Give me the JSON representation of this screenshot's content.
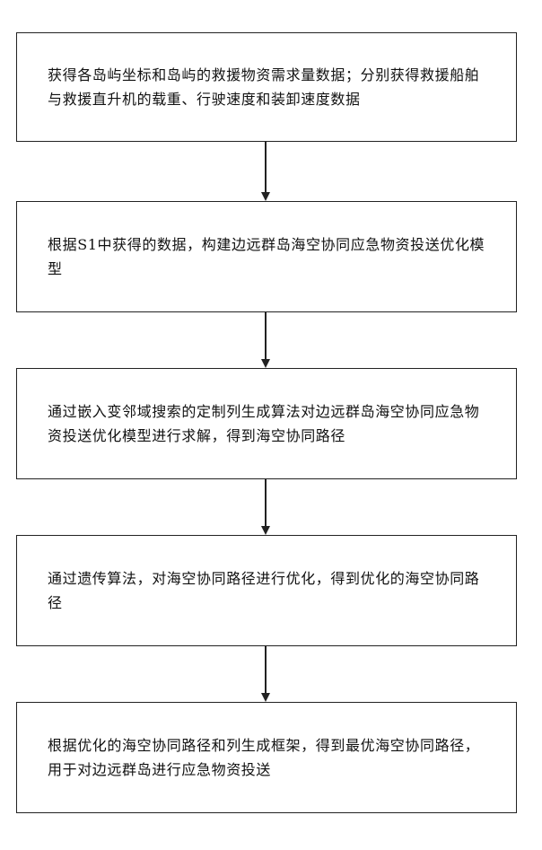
{
  "flowchart": {
    "steps": [
      {
        "text": "获得各岛屿坐标和岛屿的救援物资需求量数据；分别获得救援船舶与救援直升机的载重、行驶速度和装卸速度数据"
      },
      {
        "text": "根据S1中获得的数据，构建边远群岛海空协同应急物资投送优化模型"
      },
      {
        "text": "通过嵌入变邻域搜索的定制列生成算法对边远群岛海空协同应急物资投送优化模型进行求解，得到海空协同路径"
      },
      {
        "text": "通过遗传算法，对海空协同路径进行优化，得到优化的海空协同路径"
      },
      {
        "text": "根据优化的海空协同路径和列生成框架，得到最优海空协同路径，用于对边远群岛进行应急物资投送"
      }
    ]
  }
}
